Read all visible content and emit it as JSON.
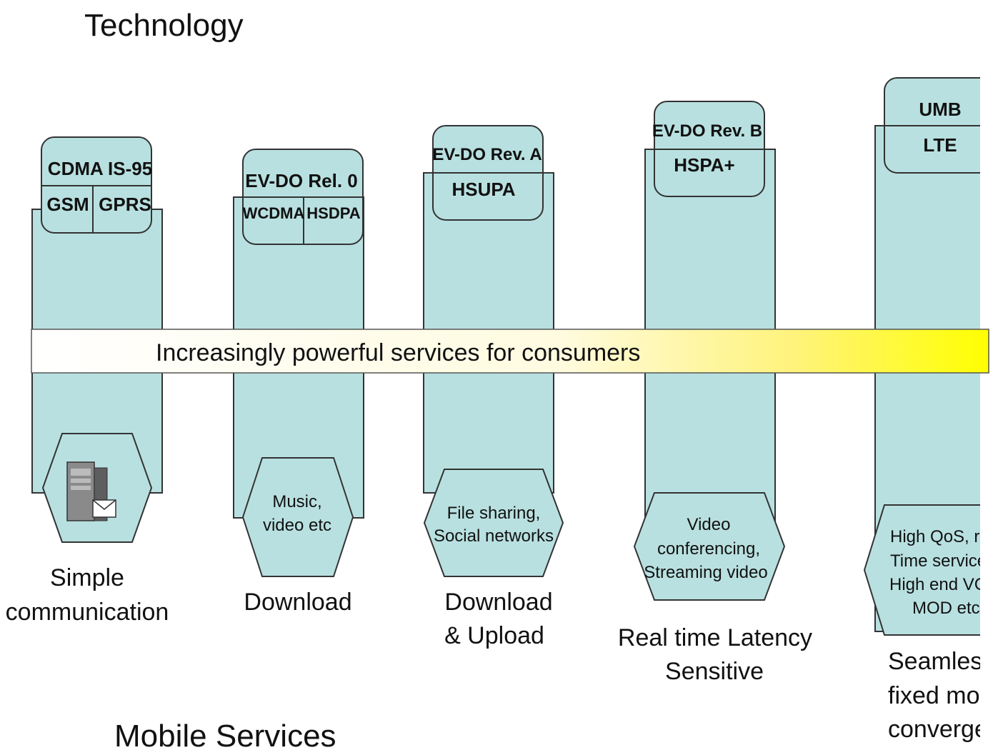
{
  "title_top": "Technology",
  "title_bottom": "Mobile Services",
  "banner": "Increasingly powerful services for consumers",
  "columns": [
    {
      "tech_top": "CDMA IS-95",
      "tech_bottom": [
        "GSM",
        "GPRS"
      ],
      "service": "",
      "service_icon": "server-mail-icon",
      "caption": [
        "Simple",
        "communication"
      ]
    },
    {
      "tech_top": "EV-DO Rel. 0",
      "tech_bottom": [
        "WCDMA",
        "HSDPA"
      ],
      "service": [
        "Music,",
        "video etc"
      ],
      "caption": [
        "Download"
      ]
    },
    {
      "tech_top": "EV-DO Rev. A",
      "tech_bottom": [
        "HSUPA"
      ],
      "service": [
        "File sharing,",
        "Social networks"
      ],
      "caption": [
        "Download",
        "& Upload"
      ]
    },
    {
      "tech_top": "EV-DO Rev. B",
      "tech_bottom": [
        "HSPA+"
      ],
      "service": [
        "Video",
        "conferencing,",
        "Streaming video"
      ],
      "caption": [
        "Real time Latency",
        "Sensitive"
      ]
    },
    {
      "tech_top": "UMB",
      "tech_bottom": [
        "LTE"
      ],
      "service": [
        "High QoS, r",
        "Time service",
        "High end VC",
        "MOD etc"
      ],
      "caption": [
        "Seamles",
        "fixed mol",
        "converge"
      ]
    }
  ],
  "colors": {
    "column_fill": "#b9e0e0",
    "stroke": "#333333",
    "banner_start": "#ffffff",
    "banner_end": "#ffff00"
  }
}
